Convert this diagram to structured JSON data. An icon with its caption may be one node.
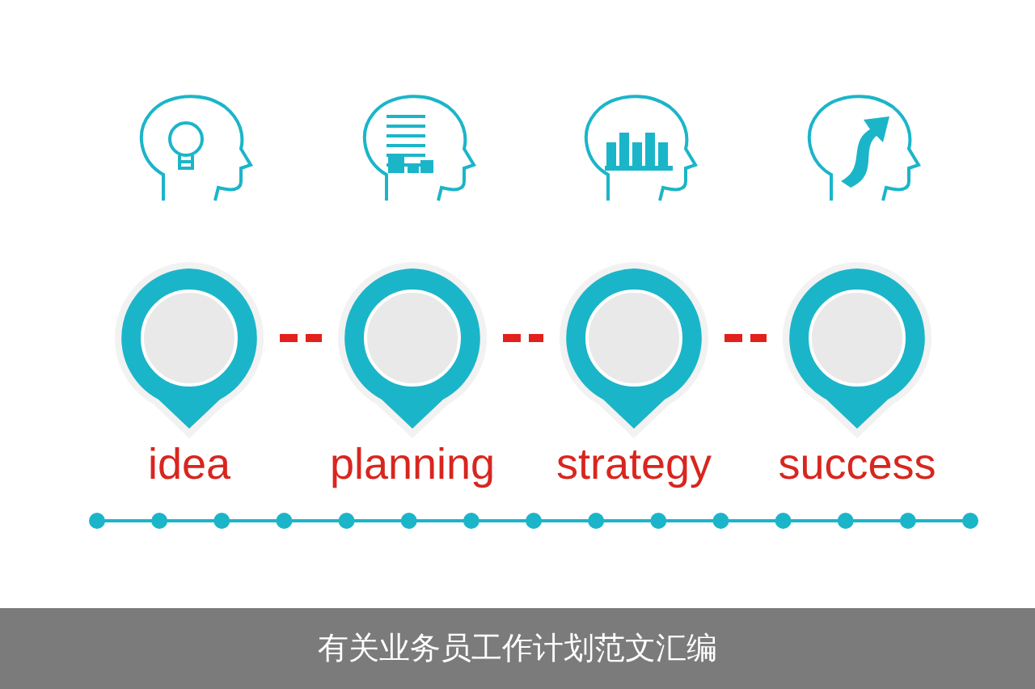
{
  "diagram": {
    "caption": "有关业务员工作计划范文汇编",
    "nodes": [
      {
        "text": [
          "idea"
        ]
      },
      {
        "text": [
          "planning"
        ]
      },
      {
        "text": [
          "strategy"
        ]
      },
      {
        "text": [
          "success"
        ]
      }
    ],
    "edges": [
      {
        "from": 0,
        "to": 1,
        "arrow": "none",
        "style": "dashed"
      },
      {
        "from": 1,
        "to": 2,
        "arrow": "none",
        "style": "dashed"
      },
      {
        "from": 2,
        "to": 3,
        "arrow": "none",
        "style": "dashed"
      }
    ]
  }
}
